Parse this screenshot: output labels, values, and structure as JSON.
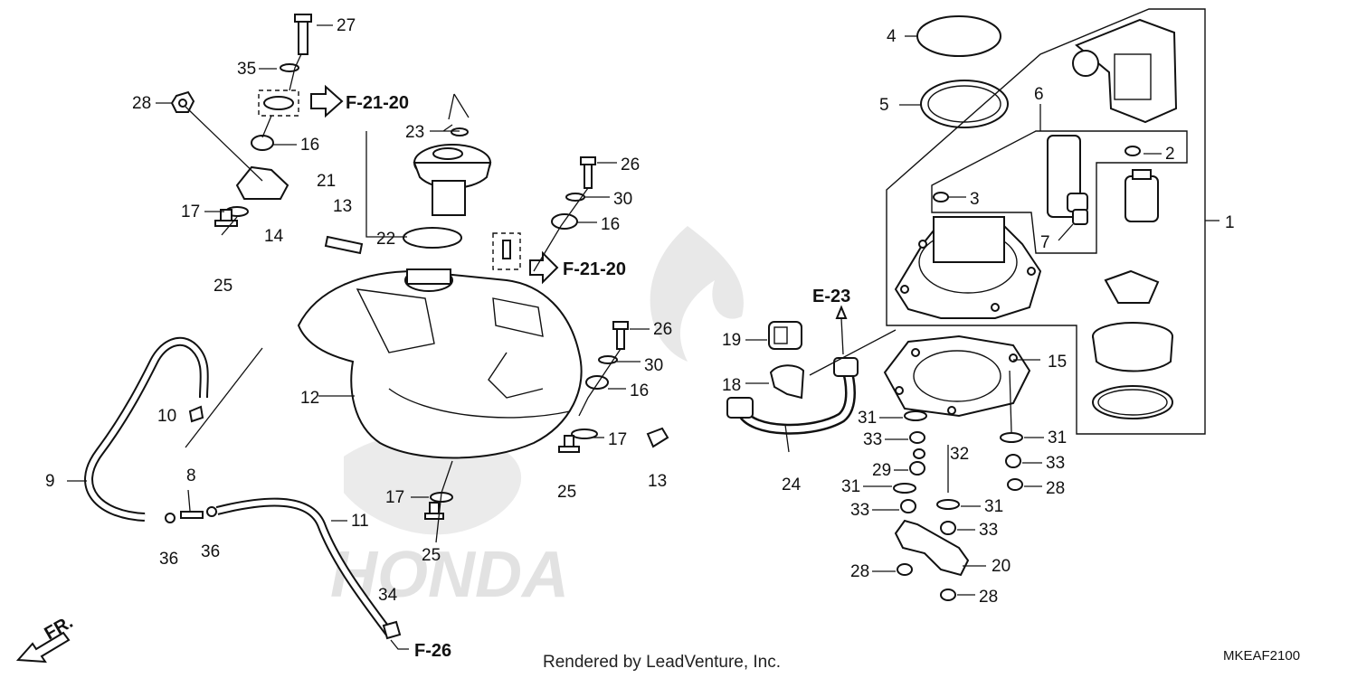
{
  "diagram": {
    "callouts": [
      "27",
      "35",
      "28",
      "16",
      "17",
      "14",
      "25",
      "23",
      "21",
      "13",
      "22",
      "26",
      "30",
      "16",
      "12",
      "9",
      "10",
      "8",
      "36",
      "36",
      "11",
      "34",
      "17",
      "25",
      "26",
      "30",
      "16",
      "17",
      "25",
      "13",
      "19",
      "18",
      "24",
      "4",
      "5",
      "6",
      "2",
      "3",
      "7",
      "1",
      "15",
      "31",
      "33",
      "29",
      "31",
      "33",
      "32",
      "31",
      "31",
      "33",
      "28",
      "33",
      "28",
      "20",
      "28"
    ],
    "references": {
      "ref_top_left": "F-21-20",
      "ref_mid": "F-21-20",
      "ref_e23": "E-23",
      "ref_f26": "F-26",
      "front": "FR."
    },
    "watermark_text": "HONDA",
    "footer": "Rendered by LeadVenture, Inc.",
    "diagram_code": "MKEAF2100"
  }
}
